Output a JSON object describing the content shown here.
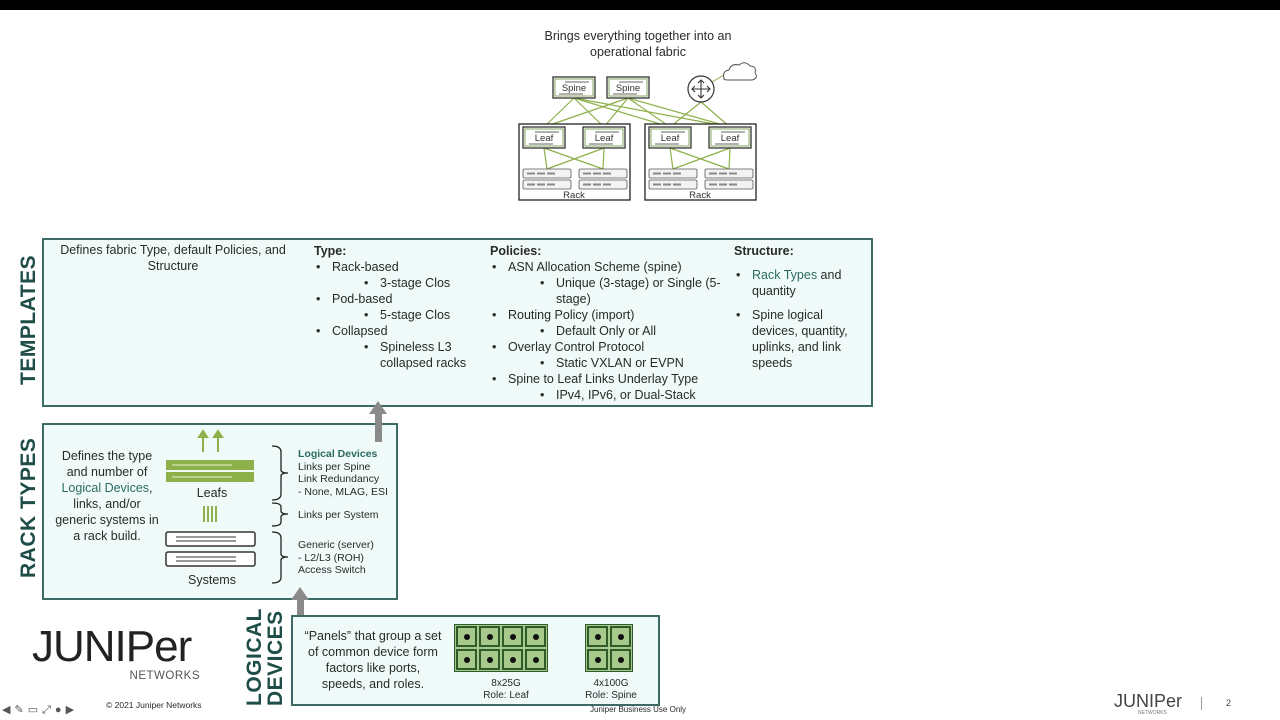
{
  "top": {
    "caption": "Brings everything together into an operational fabric"
  },
  "diagram": {
    "spine_label": "Spine",
    "leaf_label": "Leaf",
    "rack_label": "Rack"
  },
  "colors": {
    "accent_teal": "#2c6b62",
    "link_green": "#8db04a",
    "panel_bg": "#effaf9",
    "panel_border": "#3c6a64"
  },
  "templates": {
    "side_label": "TEMPLATES",
    "intro": "Defines fabric Type, default Policies, and Structure",
    "type": {
      "heading": "Type:",
      "items": [
        {
          "text": "Rack-based",
          "sub": false
        },
        {
          "text": "3-stage Clos",
          "sub": true
        },
        {
          "text": "Pod-based",
          "sub": false
        },
        {
          "text": "5-stage Clos",
          "sub": true
        },
        {
          "text": "Collapsed",
          "sub": false
        },
        {
          "text": "Spineless L3 collapsed racks",
          "sub": true
        }
      ]
    },
    "policies": {
      "heading": "Policies:",
      "items": [
        {
          "text": "ASN Allocation Scheme (spine)",
          "sub": false
        },
        {
          "text": "Unique (3-stage) or Single (5-stage)",
          "sub": true
        },
        {
          "text": "Routing Policy (import)",
          "sub": false
        },
        {
          "text": "Default Only or All",
          "sub": true
        },
        {
          "text": "Overlay Control Protocol",
          "sub": false
        },
        {
          "text": "Static VXLAN or EVPN",
          "sub": true
        },
        {
          "text": "Spine to Leaf Links Underlay Type",
          "sub": false
        },
        {
          "text": "IPv4, IPv6, or Dual-Stack",
          "sub": true
        }
      ]
    },
    "structure": {
      "heading": "Structure:",
      "item1_highlight": "Rack Types",
      "item1_rest": " and quantity",
      "item2": "Spine logical devices, quantity, uplinks, and link speeds"
    }
  },
  "rack_types": {
    "side_label": "RACK TYPES",
    "desc_pre": "Defines the type and number of ",
    "desc_highlight": "Logical Devices",
    "desc_post": ", links, and/or generic systems in a rack build.",
    "leafs_label": "Leafs",
    "systems_label": "Systems",
    "leaf_notes_title": "Logical Devices",
    "leaf_notes": [
      "Links per Spine",
      "Link Redundancy",
      "- None, MLAG, ESI"
    ],
    "links_note": "Links per System",
    "system_notes": [
      "Generic (server)",
      "- L2/L3 (ROH)",
      "Access Switch"
    ]
  },
  "logical_devices": {
    "side_label_1": "LOGICAL",
    "side_label_2": "DEVICES",
    "desc": "“Panels” that group a set of common device form factors like ports, speeds, and roles.",
    "panels": [
      {
        "ports": 8,
        "columns": 4,
        "speed": "8x25G",
        "role": "Role: Leaf"
      },
      {
        "ports": 4,
        "columns": 2,
        "speed": "4x100G",
        "role": "Role: Spine"
      }
    ]
  },
  "footer": {
    "logo_word": "JUNIPer",
    "logo_sub": "NETWORKS",
    "copyright": "© 2021 Juniper Networks",
    "classification": "Juniper Business Use Only",
    "page_number": "2"
  },
  "player_controls": [
    "back-icon",
    "pen-icon",
    "captions-icon",
    "fullscreen-icon",
    "more-icon",
    "forward-icon"
  ]
}
